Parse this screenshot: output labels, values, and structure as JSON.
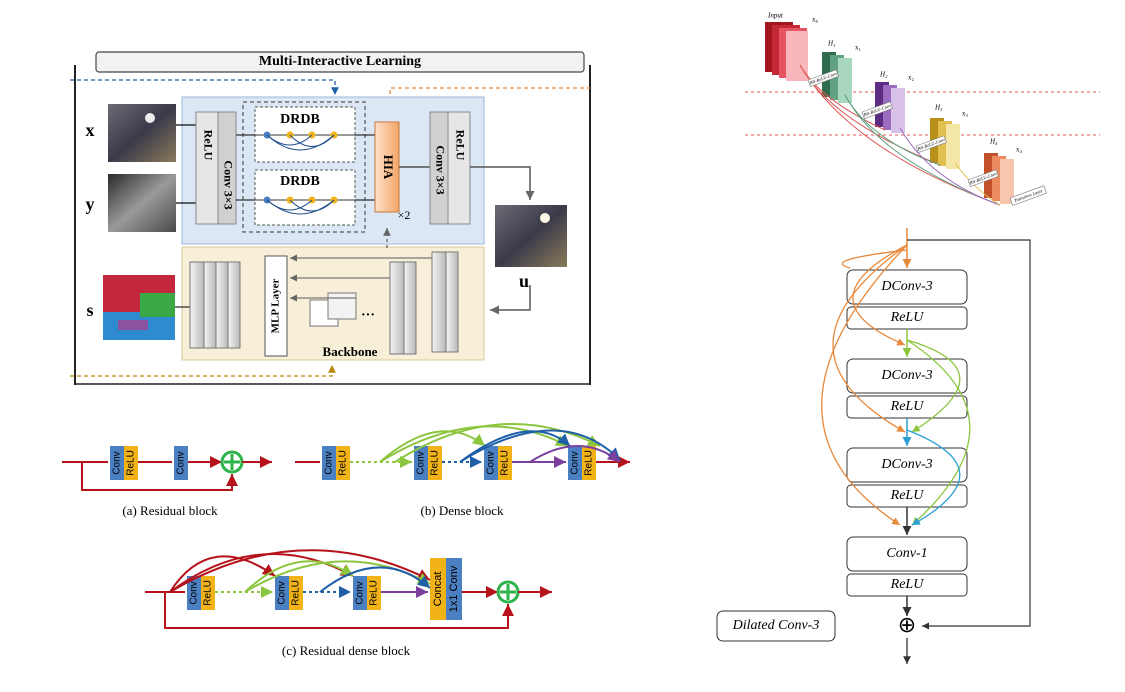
{
  "mil": {
    "title": "Multi-Interactive Learning",
    "input_x": "x",
    "input_y": "y",
    "input_s": "s",
    "output_u": "u",
    "relu": "ReLU",
    "conv3": "Conv 3×3",
    "drdb": "DRDB",
    "hia": "HIA",
    "times2": "×2",
    "mlp": "MLP Layer",
    "backbone": "Backbone",
    "ellipsis": "···"
  },
  "blocks": {
    "conv": "Conv",
    "relu": "ReLU",
    "concat": "Concat",
    "conv1x1": "1x1 Conv",
    "caption_a": "(a)  Residual block",
    "caption_b": "(b)  Dense block",
    "caption_c": "(c)  Residual dense block"
  },
  "densenet": {
    "input": "Input",
    "x0": "x₀",
    "x1": "x₁",
    "x2": "x₂",
    "x3": "x₃",
    "x4": "x₄",
    "h1": "H₁",
    "h2": "H₂",
    "h3": "H₃",
    "h4": "H₄",
    "brc": "BN-ReLU-Conv",
    "transition": "Transition Layer"
  },
  "dilated": {
    "dconv": "DConv-3",
    "relu": "ReLU",
    "conv1": "Conv-1",
    "legend": "Dilated Conv-3",
    "plus": "⊕"
  },
  "colors": {
    "blue_block": "#4a7fc1",
    "yellow_block": "#f2b318",
    "red_arrow": "#b5121b",
    "green_sum": "#2db34a",
    "orange": "#e8883a",
    "lightgreen": "#8cc63f",
    "cyan": "#2a9fd6",
    "purple": "#7b3fa0"
  }
}
